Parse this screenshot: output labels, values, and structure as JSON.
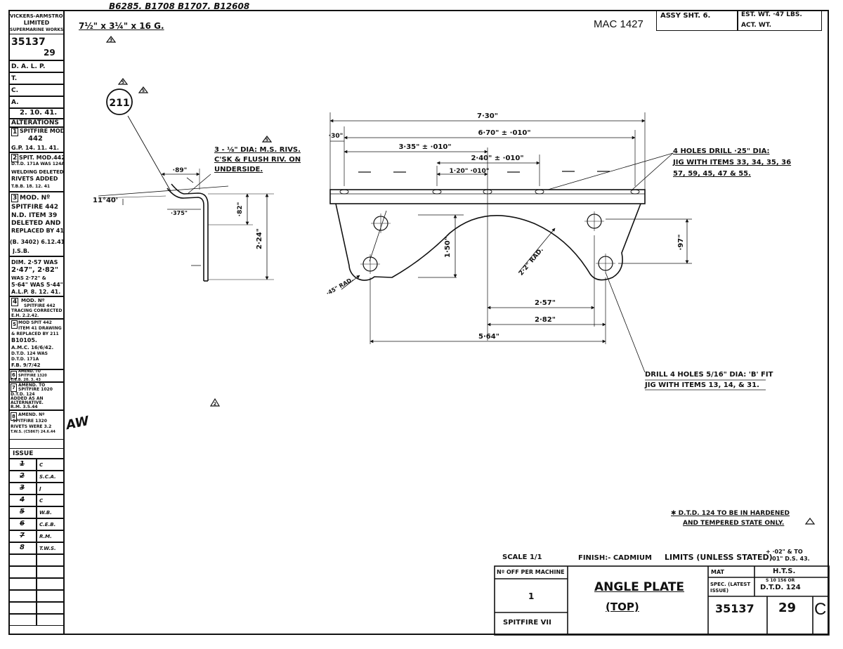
{
  "header": {
    "top_numbers": "B6285.  B1708  B1707.  B12608",
    "stock_size": "7½\" x 3¼\" x 16 G.",
    "drawing_ref": "MAC 1427",
    "assy_sheet": "ASSY  SHT. 6.",
    "est_weight": "EST. WT.  ·47 LBS.",
    "act_weight": "ACT. WT."
  },
  "side_panel": {
    "company": [
      "VICKERS-ARMSTRONG",
      "LIMITED",
      "SUPERMARINE WORKS"
    ],
    "drawing_no": "35137",
    "sheet_no": "29",
    "approval": [
      "D. A. L. P.",
      "T.",
      "C.",
      "A."
    ],
    "date": "2. 10. 41.",
    "alterations_heading": "ALTERATIONS",
    "alterations": [
      {
        "num": "1",
        "lines": [
          "SPITFIRE MOD",
          "442",
          "G.P. 14. 11. 41."
        ]
      },
      {
        "num": "2",
        "lines": [
          "SPIT. MOD.442",
          "D.T.D. 171A WAS 124A",
          "WELDING DELETED",
          "RIVETS ADDED",
          "T.B.B. 18. 12. 41"
        ]
      },
      {
        "num": "3",
        "lines": [
          "MOD. Nº",
          "SPITFIRE 442",
          "N.D. ITEM 39",
          "DELETED AND",
          "REPLACED BY 41",
          "(B. 3402) 6.12.41",
          "J.S.B."
        ]
      },
      {
        "num": "",
        "lines": [
          "DIM. 2·57 WAS",
          "2·47\", 2·82\"",
          "WAS 2·72\" &",
          "5·64\" WAS 5·44\"",
          "A.L.P. 8. 12. 41."
        ]
      },
      {
        "num": "4",
        "lines": [
          "MOD. Nº",
          "SPITFIRE 442",
          "TRACING CORRECTED",
          "E.H. 2.2.42."
        ]
      },
      {
        "num": "5",
        "lines": [
          "MOD SPIT 442",
          "ITEM 41 DRAWING",
          "& REPLACED BY 211",
          "B10105.",
          "A.M.C. 16/6/42.",
          "D.T.D. 124 WAS",
          "D.T.D. 171A",
          "F.B. 9/7/42"
        ]
      },
      {
        "num": "6",
        "lines": [
          "AMEND. TO",
          "SPITFIRE 1320",
          "C.E.B. 20. 3. 43"
        ]
      },
      {
        "num": "7",
        "lines": [
          "AMEND. TO",
          "SPITFIRE 1020",
          "D.T.D. 124",
          "ADDED AS AN",
          "ALTERNATIVE.",
          "R.M. 3.5.44"
        ]
      },
      {
        "num": "8",
        "lines": [
          "AMEND. Nº",
          "SPITFIRE 1320",
          "RIVETS WERE 3.2",
          "T.W.S. (C5867) 24.6.44"
        ]
      }
    ],
    "issue_heading": "ISSUE",
    "issues": [
      {
        "num": "1",
        "mark": "C"
      },
      {
        "num": "2",
        "mark": "S.C.A."
      },
      {
        "num": "3",
        "mark": "J"
      },
      {
        "num": "4",
        "mark": "C"
      },
      {
        "num": "5",
        "mark": "W.B."
      },
      {
        "num": "6",
        "mark": "C.E.B."
      },
      {
        "num": "7",
        "mark": "R.M."
      },
      {
        "num": "8",
        "mark": "T.W.S."
      }
    ],
    "signature": "AW"
  },
  "drawing": {
    "part_bubble": "211",
    "delta_marks": [
      "3",
      "5",
      "5",
      "5",
      "2"
    ],
    "notes": {
      "rivets": [
        "3 - ⅛\" DIA: M.S. RIVS.",
        "C'SK & FLUSH RIV. ON",
        "UNDERSIDE."
      ],
      "holes_top": [
        "4 HOLES DRILL ·25\" DIA:",
        "JIG WITH ITEMS 33, 34, 35, 36",
        "57, 59, 45, 47 & 55."
      ],
      "holes_bottom": [
        "DRILL 4 HOLES 5/16\" DIA: 'B' FIT",
        "JIG WITH ITEMS 13, 14, & 31."
      ],
      "hardened": [
        "✱ D.T.D. 124 TO BE IN HARDENED",
        "AND TEMPERED STATE ONLY."
      ]
    },
    "dims": {
      "overall": "7·30\"",
      "hole_span": "6·70\" ± ·010\"",
      "left_end": "·30\"",
      "d_335": "3·35\" ± ·010\"",
      "d_240": "2·40\" ± ·010\"",
      "d_120": "1·20\" ·010\"",
      "height": "1·50\"",
      "radius": "2·2\" RAD.",
      "corner_rad": "·45\" RAD.",
      "hole_vert": "·97\"",
      "d_257": "2·57\"",
      "d_282": "2·82\"",
      "d_564": "5·64\"",
      "angle": "11°40'",
      "side_89": "·89\"",
      "side_82": "·82\"",
      "side_375": "·375\"",
      "side_224": "2·24\""
    }
  },
  "title_block": {
    "scale": "SCALE  1/1",
    "finish": "FINISH:- CADMIUM",
    "limits": "LIMITS (UNLESS STATED)",
    "limits_tol": "+ ·02\" & TO",
    "limits_tol2": "- ·01\" D.S. 43.",
    "no_off_label": "Nº OFF PER MACHINE",
    "no_off_value": "1",
    "title": "ANGLE PLATE",
    "subtitle": "(TOP)",
    "machine": "SPITFIRE VII",
    "mat_label": "MAT",
    "mat_value": "H.T.S.",
    "spec_label": "SPEC. (LATEST ISSUE)",
    "spec_value": "D.T.D. 124",
    "spec_alt": "S 10 156 OR",
    "drawing_no": "35137",
    "sheet_no": "29",
    "size": "C"
  }
}
